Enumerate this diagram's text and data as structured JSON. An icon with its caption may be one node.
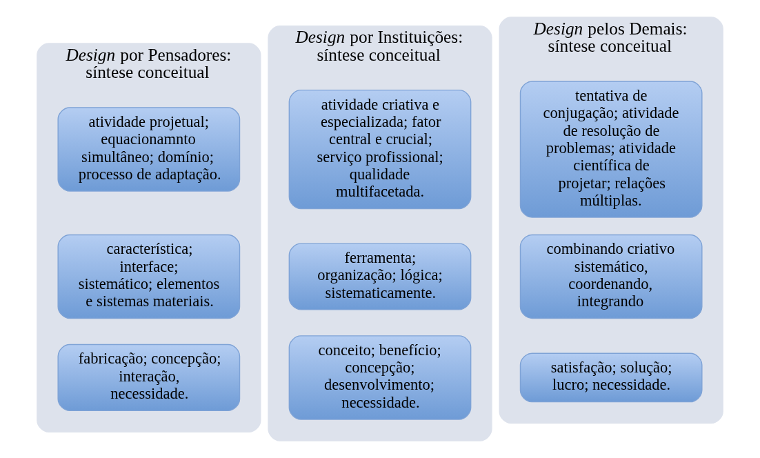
{
  "diagram": {
    "nodes": [
      {
        "text": [
          "*Design* por Pensadores: síntese conceitual"
        ]
      },
      {
        "text": [
          "atividade projetual; equacionamnto simultâneo; domínio; processo de adaptação."
        ],
        "in": 0
      },
      {
        "text": [
          "característica; interface; sistemático; elementos e sistemas materiais."
        ],
        "in": 0
      },
      {
        "text": [
          "fabricação; concepção; interação, necessidade."
        ],
        "in": 0
      },
      {
        "text": [
          "*Design* por Instituições: síntese conceitual"
        ]
      },
      {
        "text": [
          "atividade criativa e especializada; fator central e crucial; serviço profissional; qualidade multifacetada."
        ],
        "in": 4
      },
      {
        "text": [
          "ferramenta; organização; lógica; sistematicamente."
        ],
        "in": 4
      },
      {
        "text": [
          "conceito; benefício; concepção; desenvolvimento; necessidade."
        ],
        "in": 4
      },
      {
        "text": [
          "*Design* pelos Demais: síntese conceitual"
        ]
      },
      {
        "text": [
          "tentativa de conjugação; atividade de resolução de problemas; atividade científica de projetar; relações múltiplas."
        ],
        "in": 8
      },
      {
        "text": [
          "combinando criativo sistemático, coordenando, integrando"
        ],
        "in": 8
      },
      {
        "text": [
          "satisfação; solução; lucro; necessidade."
        ],
        "in": 8
      }
    ]
  }
}
